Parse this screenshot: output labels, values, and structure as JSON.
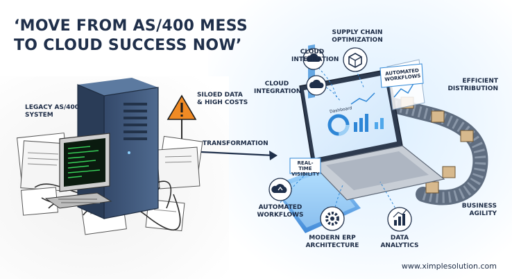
{
  "headline": "‘MOVE FROM AS/400 MESS\nTO CLOUD SUCCESS NOW’",
  "labels": {
    "legacy": "LEGACY AS/400\nSYSTEM",
    "siloed": "SILOED DATA\n& HIGH COSTS",
    "transformation": "TRANSFORMATION",
    "supply_chain": "SUPPLY CHAIN\nOPTIMIZATION",
    "cloud_integration_top": "CLOUD\nINTEGRATION",
    "cloud_integration_left": "CLOUD\nINTEGRATION",
    "automated_workflows_tag": "AUTOMATED\nWORKFLOWS",
    "efficient_distribution": "EFFICIENT\nDISTRIBUTION",
    "dashboard": "Dashboard",
    "real_time_visibility": "REAL-TIME\nVISIBILITY",
    "automated_workflows": "AUTOMATED\nWORKFLOWS",
    "modern_erp": "MODERN ERP\nARCHITECTURE",
    "data_analytics": "DATA\nANALYTICS",
    "business_agility": "BUSINESS\nAGILITY"
  },
  "url": "www.ximplesolution.com",
  "colors": {
    "navy": "#1f2f4a",
    "server": "#3e5878",
    "accent_blue": "#2e86d6",
    "warning": "#f08a24",
    "terminal_green": "#38d35a"
  },
  "icons": {
    "warning": "warning-triangle-icon",
    "cloud": "cloud-upload-icon",
    "cube": "cube-network-icon",
    "gear": "gear-icon",
    "chart": "bar-chart-icon"
  }
}
